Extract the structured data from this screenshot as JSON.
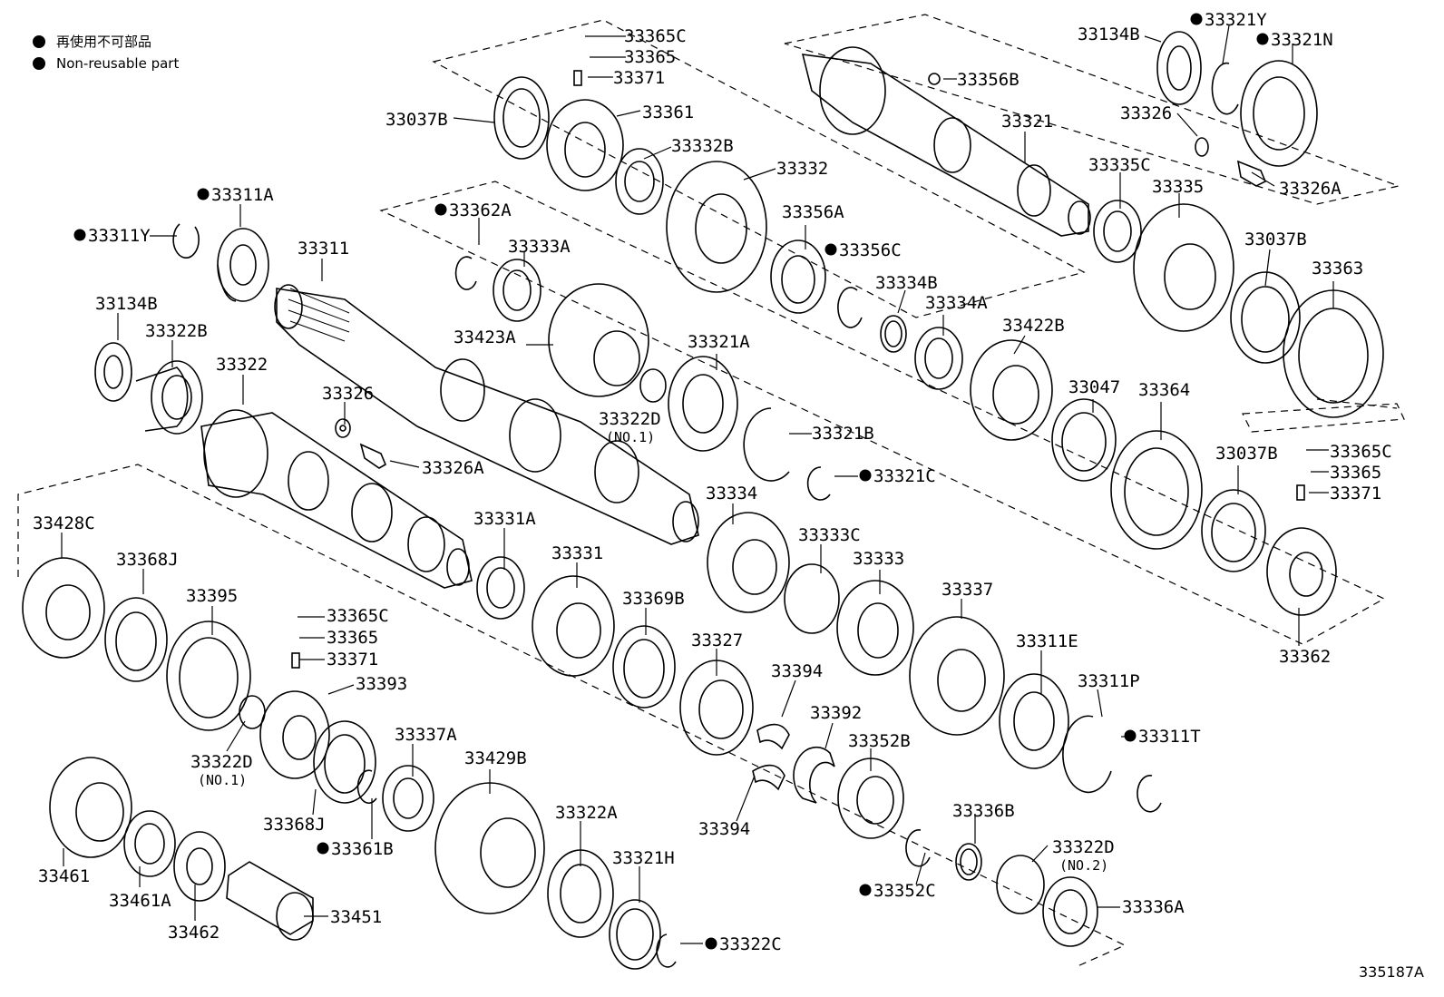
{
  "legend": {
    "ja": "再使用不可部品",
    "en": "Non-reusable part"
  },
  "figure_number": "335187A",
  "labels": [
    {
      "id": "p1",
      "text": "33365C",
      "dot": false
    },
    {
      "id": "p2",
      "text": "33365",
      "dot": false
    },
    {
      "id": "p3",
      "text": "33371",
      "dot": false
    },
    {
      "id": "p4",
      "text": "33037B",
      "dot": false
    },
    {
      "id": "p5",
      "text": "33361",
      "dot": false
    },
    {
      "id": "p6",
      "text": "33332B",
      "dot": false
    },
    {
      "id": "p7",
      "text": "33332",
      "dot": false
    },
    {
      "id": "p8",
      "text": "33362A",
      "dot": true
    },
    {
      "id": "p9",
      "text": "33333A",
      "dot": false
    },
    {
      "id": "p10",
      "text": "33356A",
      "dot": false
    },
    {
      "id": "p11",
      "text": "33356C",
      "dot": true
    },
    {
      "id": "p12",
      "text": "33423A",
      "dot": false
    },
    {
      "id": "p13",
      "text": "33321A",
      "dot": false
    },
    {
      "id": "p14",
      "text": "33322D",
      "dot": false
    },
    {
      "id": "p15",
      "text": "(NO.1)",
      "dot": false
    },
    {
      "id": "p16",
      "text": "33321B",
      "dot": false
    },
    {
      "id": "p17",
      "text": "33321C",
      "dot": true
    },
    {
      "id": "p18",
      "text": "33311A",
      "dot": true
    },
    {
      "id": "p19",
      "text": "33311Y",
      "dot": true
    },
    {
      "id": "p20",
      "text": "33311",
      "dot": false
    },
    {
      "id": "p21",
      "text": "33134B",
      "dot": false
    },
    {
      "id": "p22",
      "text": "33322B",
      "dot": false
    },
    {
      "id": "p23",
      "text": "33322",
      "dot": false
    },
    {
      "id": "p24",
      "text": "33326",
      "dot": false
    },
    {
      "id": "p25",
      "text": "33326A",
      "dot": false
    },
    {
      "id": "p26",
      "text": "33134B",
      "dot": false
    },
    {
      "id": "p27",
      "text": "33321Y",
      "dot": true
    },
    {
      "id": "p28",
      "text": "33321N",
      "dot": true
    },
    {
      "id": "p29",
      "text": "33356B",
      "dot": false
    },
    {
      "id": "p30",
      "text": "33321",
      "dot": false
    },
    {
      "id": "p31",
      "text": "33326",
      "dot": false
    },
    {
      "id": "p32",
      "text": "33335C",
      "dot": false
    },
    {
      "id": "p33",
      "text": "33335",
      "dot": false
    },
    {
      "id": "p34",
      "text": "33326A",
      "dot": false
    },
    {
      "id": "p35",
      "text": "33037B",
      "dot": false
    },
    {
      "id": "p36",
      "text": "33363",
      "dot": false
    },
    {
      "id": "p37",
      "text": "33334B",
      "dot": false
    },
    {
      "id": "p38",
      "text": "33334A",
      "dot": false
    },
    {
      "id": "p39",
      "text": "33422B",
      "dot": false
    },
    {
      "id": "p40",
      "text": "33047",
      "dot": false
    },
    {
      "id": "p41",
      "text": "33364",
      "dot": false
    },
    {
      "id": "p42",
      "text": "33037B",
      "dot": false
    },
    {
      "id": "p43",
      "text": "33365C",
      "dot": false
    },
    {
      "id": "p44",
      "text": "33365",
      "dot": false
    },
    {
      "id": "p45",
      "text": "33371",
      "dot": false
    },
    {
      "id": "p46",
      "text": "33362",
      "dot": false
    },
    {
      "id": "p47",
      "text": "33334",
      "dot": false
    },
    {
      "id": "p48",
      "text": "33333C",
      "dot": false
    },
    {
      "id": "p49",
      "text": "33333",
      "dot": false
    },
    {
      "id": "p50",
      "text": "33337",
      "dot": false
    },
    {
      "id": "p51",
      "text": "33331A",
      "dot": false
    },
    {
      "id": "p52",
      "text": "33331",
      "dot": false
    },
    {
      "id": "p53",
      "text": "33369B",
      "dot": false
    },
    {
      "id": "p54",
      "text": "33327",
      "dot": false
    },
    {
      "id": "p55",
      "text": "33394",
      "dot": false
    },
    {
      "id": "p56",
      "text": "33392",
      "dot": false
    },
    {
      "id": "p57",
      "text": "33311E",
      "dot": false
    },
    {
      "id": "p58",
      "text": "33311P",
      "dot": false
    },
    {
      "id": "p59",
      "text": "33311T",
      "dot": true
    },
    {
      "id": "p60",
      "text": "33352B",
      "dot": false
    },
    {
      "id": "p61",
      "text": "33394",
      "dot": false
    },
    {
      "id": "p62",
      "text": "33336B",
      "dot": false
    },
    {
      "id": "p63",
      "text": "33322D",
      "dot": false
    },
    {
      "id": "p64",
      "text": "(NO.2)",
      "dot": false
    },
    {
      "id": "p65",
      "text": "33352C",
      "dot": true
    },
    {
      "id": "p66",
      "text": "33336A",
      "dot": false
    },
    {
      "id": "p67",
      "text": "33428C",
      "dot": false
    },
    {
      "id": "p68",
      "text": "33368J",
      "dot": false
    },
    {
      "id": "p69",
      "text": "33395",
      "dot": false
    },
    {
      "id": "p70",
      "text": "33365C",
      "dot": false
    },
    {
      "id": "p71",
      "text": "33365",
      "dot": false
    },
    {
      "id": "p72",
      "text": "33371",
      "dot": false
    },
    {
      "id": "p73",
      "text": "33393",
      "dot": false
    },
    {
      "id": "p74",
      "text": "33322D",
      "dot": false
    },
    {
      "id": "p75",
      "text": "(NO.1)",
      "dot": false
    },
    {
      "id": "p76",
      "text": "33368J",
      "dot": false
    },
    {
      "id": "p77",
      "text": "33361B",
      "dot": true
    },
    {
      "id": "p78",
      "text": "33337A",
      "dot": false
    },
    {
      "id": "p79",
      "text": "33429B",
      "dot": false
    },
    {
      "id": "p80",
      "text": "33322A",
      "dot": false
    },
    {
      "id": "p81",
      "text": "33321H",
      "dot": false
    },
    {
      "id": "p82",
      "text": "33322C",
      "dot": true
    },
    {
      "id": "p83",
      "text": "33461",
      "dot": false
    },
    {
      "id": "p84",
      "text": "33461A",
      "dot": false
    },
    {
      "id": "p85",
      "text": "33462",
      "dot": false
    },
    {
      "id": "p86",
      "text": "33451",
      "dot": false
    }
  ]
}
